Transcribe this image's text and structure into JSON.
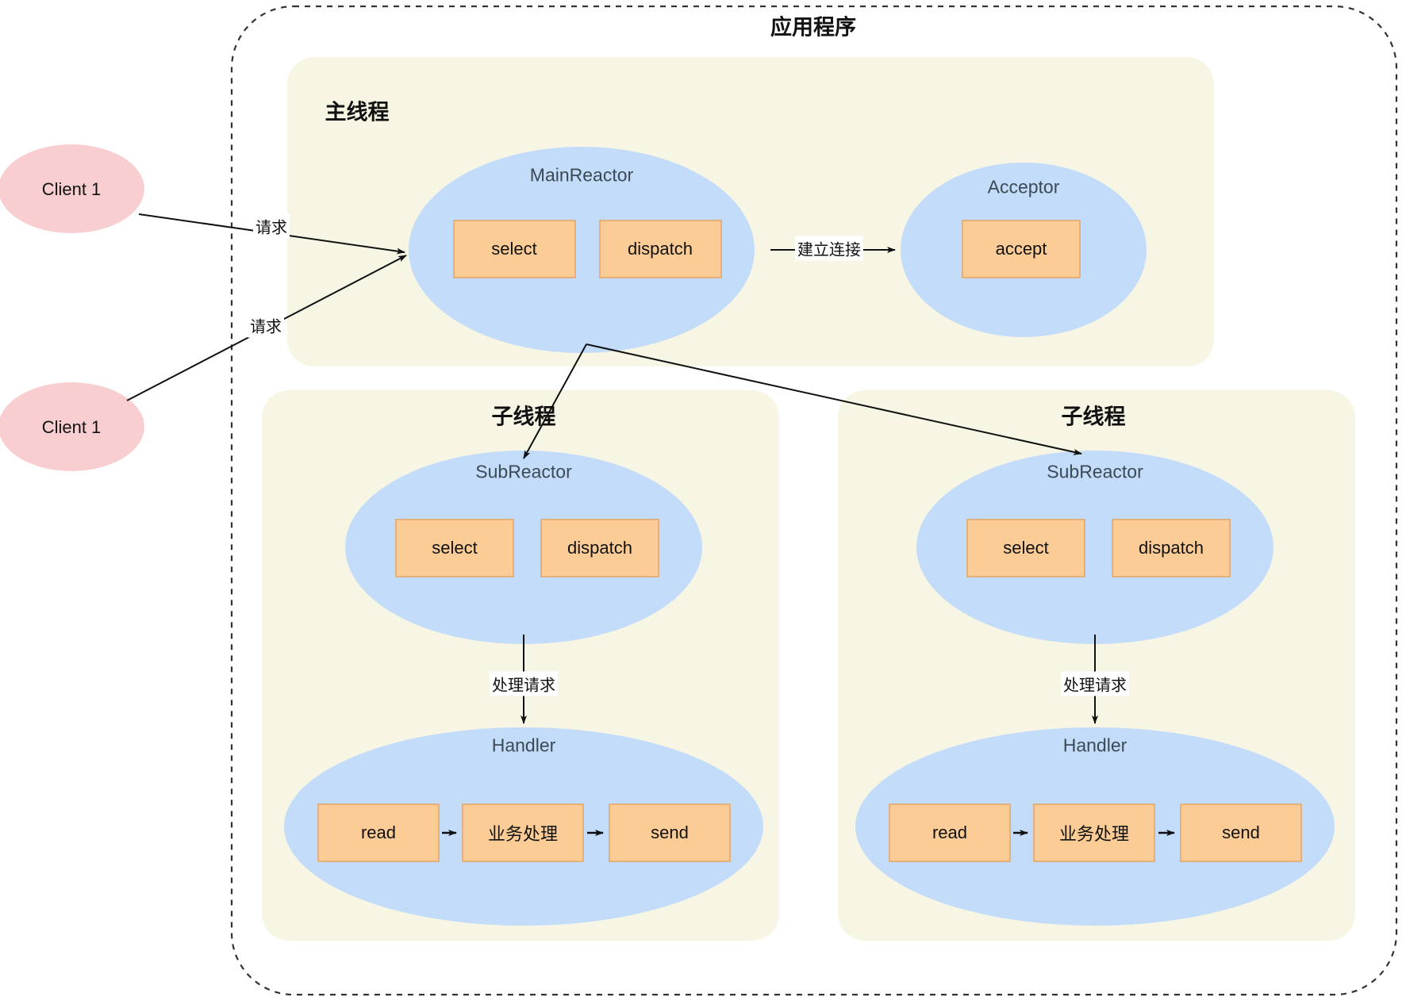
{
  "diagram": {
    "type": "architecture-flow",
    "outer_container_label": "应用程序",
    "clients": [
      {
        "label": "Client 1"
      },
      {
        "label": "Client 1"
      }
    ],
    "edge_labels": {
      "request_top": "请求",
      "request_bottom": "请求",
      "establish_connection": "建立连接",
      "handle_request_left": "处理请求",
      "handle_request_right": "处理请求"
    },
    "groups": [
      {
        "name": "main-thread",
        "title": "主线程",
        "nodes": [
          {
            "name": "main-reactor",
            "title": "MainReactor",
            "boxes": [
              "select",
              "dispatch"
            ]
          },
          {
            "name": "acceptor",
            "title": "Acceptor",
            "boxes": [
              "accept"
            ]
          }
        ]
      },
      {
        "name": "sub-thread-left",
        "title": "子线程",
        "nodes": [
          {
            "name": "sub-reactor",
            "title": "SubReactor",
            "boxes": [
              "select",
              "dispatch"
            ]
          },
          {
            "name": "handler",
            "title": "Handler",
            "boxes": [
              "read",
              "业务处理",
              "send"
            ]
          }
        ]
      },
      {
        "name": "sub-thread-right",
        "title": "子线程",
        "nodes": [
          {
            "name": "sub-reactor",
            "title": "SubReactor",
            "boxes": [
              "select",
              "dispatch"
            ]
          },
          {
            "name": "handler",
            "title": "Handler",
            "boxes": [
              "read",
              "业务处理",
              "send"
            ]
          }
        ]
      }
    ],
    "colors": {
      "page_background": "#ffffff",
      "outer_border": "#333333",
      "group_fill": "#f7f5e3",
      "ellipse_fill": "#c3dcfa",
      "box_fill": "#fbcc96",
      "box_stroke": "#e8a361",
      "client_fill": "#f9ced1",
      "arrow_stroke": "#111111",
      "title_text": "#111111",
      "ellipse_title_text": "#3b4a54"
    }
  }
}
